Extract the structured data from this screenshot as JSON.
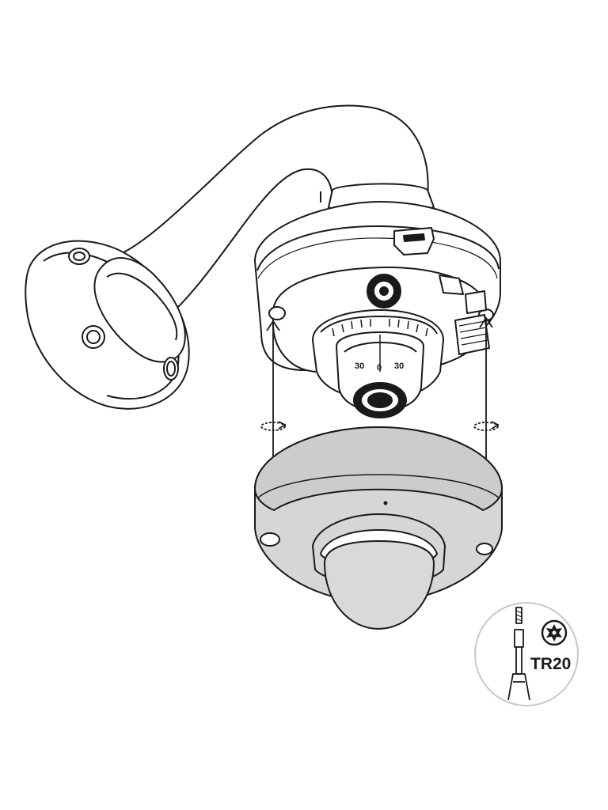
{
  "tool_callout": {
    "bit_label": "TR20",
    "bit_icon": "torx-star-icon"
  },
  "lens_scale": {
    "left_tick": "30",
    "center_tick": "0",
    "right_tick": "30"
  },
  "colors": {
    "line": "#1a1a1a",
    "cover_fill": "#d6d6d6",
    "cover_top": "#cccccc",
    "dome_fill": "#d9d9d9",
    "callout_border": "#c8c8c8"
  }
}
